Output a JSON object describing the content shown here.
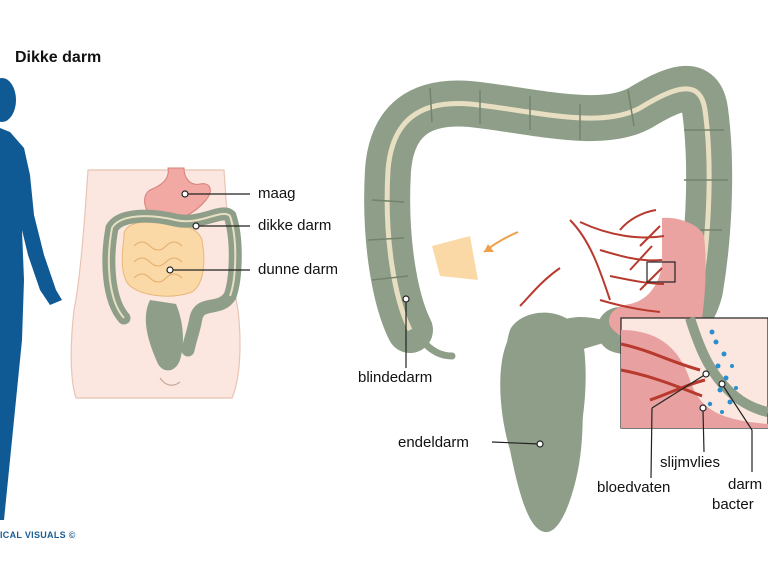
{
  "title": "Dikke darm",
  "labels": {
    "maag": "maag",
    "dikke_darm": "dikke darm",
    "dunne_darm": "dunne darm",
    "blindedarm": "blindedarm",
    "endeldarm": "endeldarm",
    "slijmvlies": "slijmvlies",
    "bloedvaten": "bloedvaten",
    "darm_bacterien_1": "darm",
    "darm_bacterien_2": "bacter"
  },
  "credit": "ICAL VISUALS ©",
  "colors": {
    "body_silhouette": "#0f5a94",
    "intestine": "#8e9e88",
    "intestine_stripe": "#e8dfc3",
    "stomach": "#f2a8a3",
    "small_intestine": "#fbd9a6",
    "torso_skin": "#fbe7df",
    "blood_vessel": "#b83a2e",
    "mucosa": "#e9a0a0",
    "bacteria": "#2a8fcf"
  }
}
